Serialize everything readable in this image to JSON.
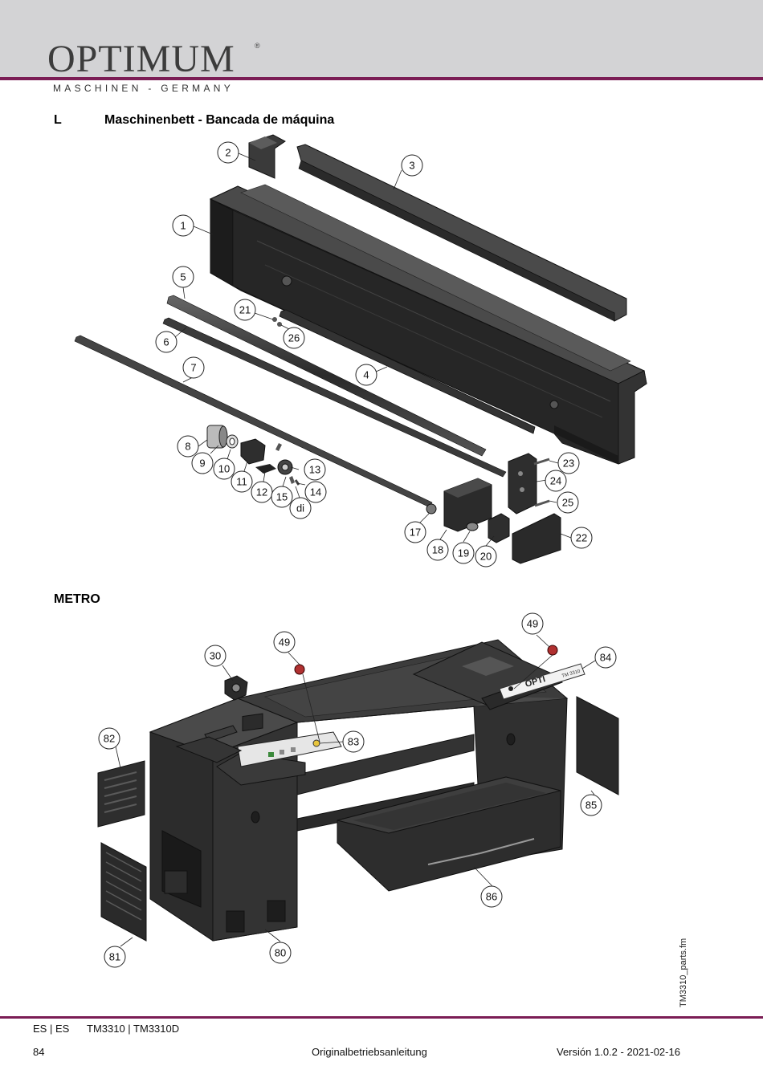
{
  "header": {
    "brand": "OPTIMUM",
    "brand_reg": "®",
    "tagline": "MASCHINEN - GERMANY",
    "accent_color": "#7b1d55"
  },
  "section1": {
    "letter": "L",
    "title": "Maschinenbett - Bancada de máquina",
    "callouts": [
      "1",
      "2",
      "3",
      "4",
      "5",
      "6",
      "7",
      "8",
      "9",
      "10",
      "11",
      "12",
      "13",
      "14",
      "15",
      "di",
      "17",
      "18",
      "19",
      "20",
      "21",
      "22",
      "23",
      "24",
      "25",
      "26"
    ]
  },
  "section2": {
    "title": "METRO",
    "callouts": [
      "30",
      "49",
      "49",
      "80",
      "81",
      "82",
      "83",
      "84",
      "85",
      "86"
    ],
    "plate_brand": "OPTI",
    "plate_model": "TM 3310"
  },
  "side_file": "TM3310_parts.fm",
  "footer": {
    "lang": "ES | ES",
    "model": "TM3310 | TM3310D",
    "page": "84",
    "doc": "Originalbetriebsanleitung",
    "version": "Versión 1.0.2 - 2021-02-16"
  }
}
